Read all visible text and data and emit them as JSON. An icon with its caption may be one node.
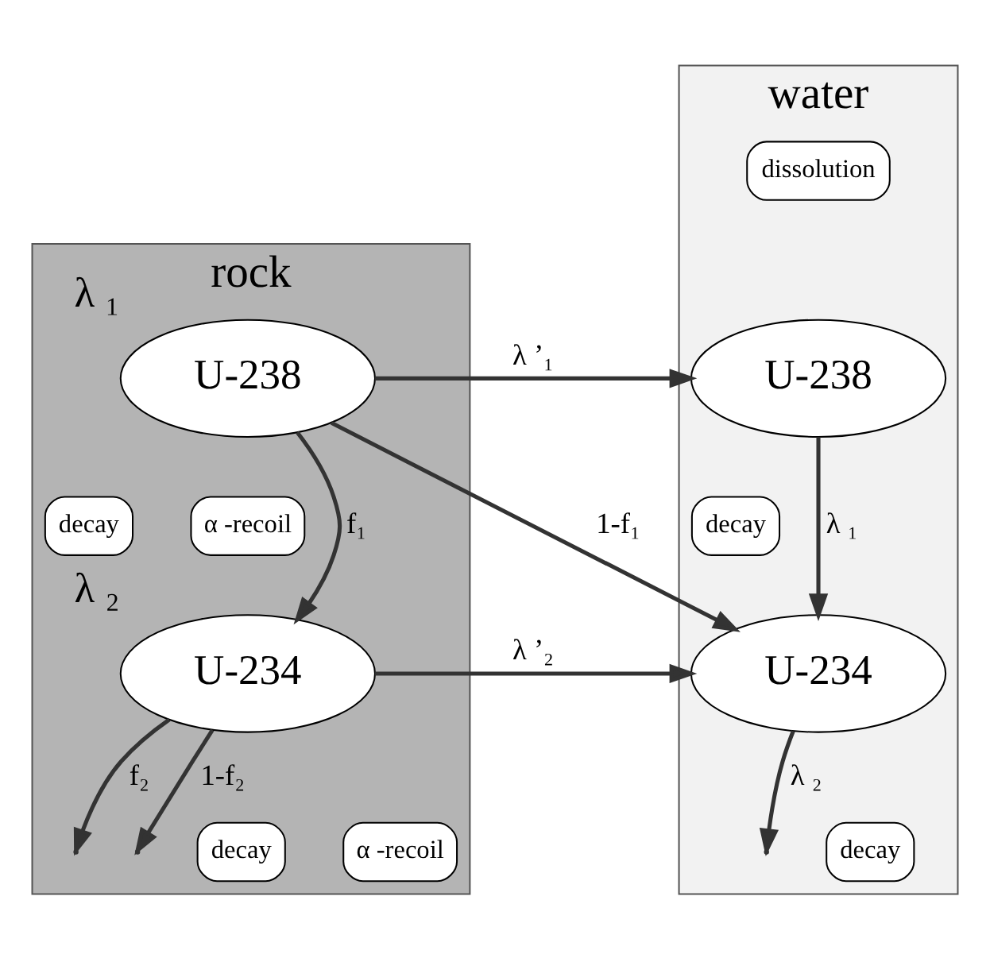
{
  "diagram": {
    "nodes": [
      {
        "text": [
          "rock"
        ]
      },
      {
        "text": [
          "water"
        ]
      },
      {
        "text": [
          "U-238"
        ],
        "in": 0,
        "beside": [
          "λ ₁"
        ]
      },
      {
        "text": [
          "dissolution"
        ],
        "in": 1
      },
      {
        "text": [
          "U-238"
        ],
        "in": 1
      },
      {
        "text": [
          "decay"
        ],
        "in": 0
      },
      {
        "text": [
          "α -recoil"
        ],
        "in": 0
      },
      {
        "text": [
          "decay"
        ],
        "in": 1
      },
      {
        "text": [
          "U-234"
        ],
        "in": 0,
        "beside": [
          "λ ₂"
        ]
      },
      {
        "text": [
          "U-234"
        ],
        "in": 1
      },
      {
        "text": [
          "decay"
        ],
        "in": 0
      },
      {
        "text": [
          "α -recoil"
        ],
        "in": 0
      },
      {
        "text": [
          "decay"
        ],
        "in": 1
      }
    ],
    "edges": [
      {
        "from": 2,
        "to": 4,
        "arrow": "to",
        "label": "λ ’₁"
      },
      {
        "from": 2,
        "to": 8,
        "arrow": "to",
        "label": "f₁"
      },
      {
        "from": 2,
        "to": 9,
        "arrow": "to",
        "label": "1-f₁"
      },
      {
        "from": 4,
        "to": 9,
        "arrow": "to",
        "label": "λ ₁"
      },
      {
        "from": 8,
        "to": 9,
        "arrow": "to",
        "label": "λ ’₂"
      },
      {
        "from": 8,
        "to": null,
        "arrow": "to",
        "label": "f₂"
      },
      {
        "from": 8,
        "to": null,
        "arrow": "to",
        "label": "1-f₂"
      },
      {
        "from": 9,
        "to": null,
        "arrow": "to",
        "label": "λ ₂"
      }
    ]
  }
}
